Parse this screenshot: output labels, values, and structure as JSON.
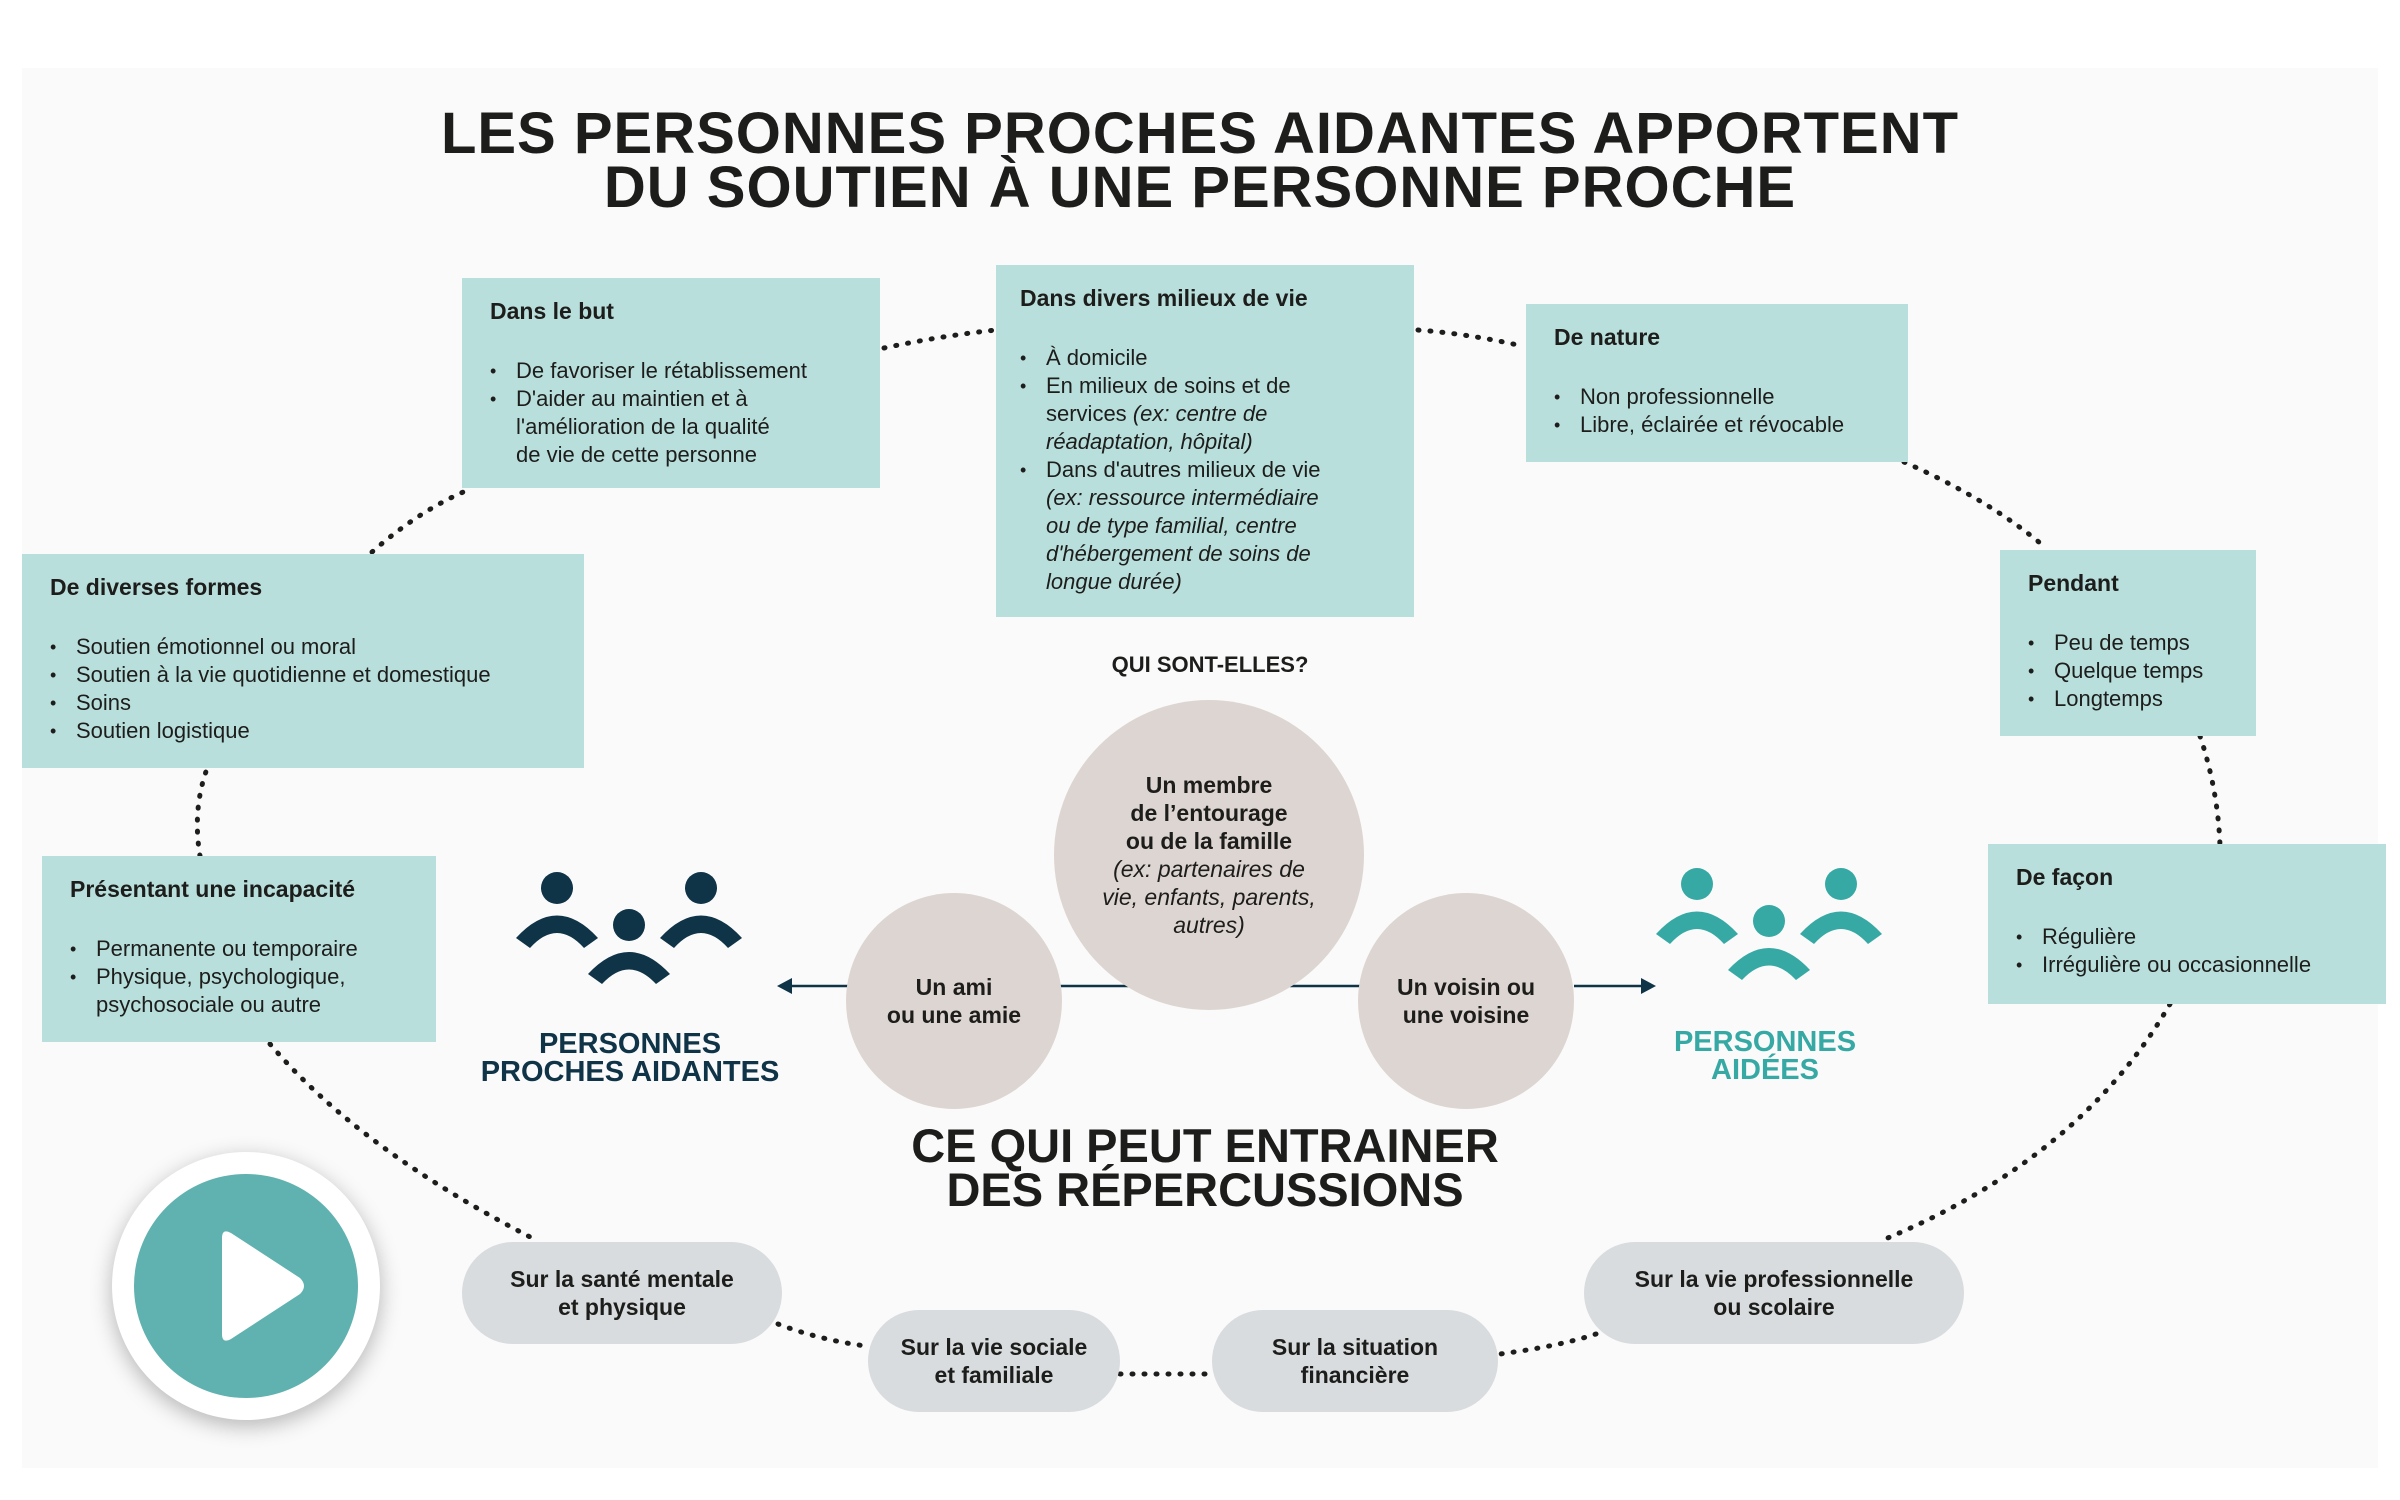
{
  "title": {
    "line1": "LES PERSONNES PROCHES AIDANTES APPORTENT",
    "line2": "DU SOUTIEN À UNE PERSONNE PROCHE"
  },
  "boxes": {
    "but": {
      "heading": "Dans le but",
      "items": [
        "De favoriser le rétablissement",
        "D'aider au maintien et à",
        "l'amélioration de la qualité",
        "de vie de cette personne"
      ]
    },
    "milieux": {
      "heading": "Dans divers milieux de vie",
      "items": [
        "À domicile",
        "En milieux de soins et de",
        "services",
        "(ex: centre de",
        "réadaptation, hôpital)",
        "Dans d'autres milieux de vie",
        "(ex: ressource intermédiaire",
        "ou de type familial, centre",
        "d'hébergement de soins de",
        "longue durée)"
      ]
    },
    "nature": {
      "heading": "De nature",
      "items": [
        "Non professionnelle",
        "Libre, éclairée et révocable"
      ]
    },
    "formes": {
      "heading": "De diverses formes",
      "items": [
        "Soutien émotionnel ou moral",
        "Soutien à la vie quotidienne  et domestique",
        "Soins",
        "Soutien logistique"
      ]
    },
    "pendant": {
      "heading": "Pendant",
      "items": [
        "Peu de temps",
        "Quelque temps",
        "Longtemps"
      ]
    },
    "incapacite": {
      "heading": "Présentant une incapacité",
      "items": [
        "Permanente ou temporaire",
        "Physique, psychologique,",
        "psychosociale ou autre"
      ]
    },
    "facon": {
      "heading": "De façon",
      "items": [
        "Régulière",
        "Irrégulière ou occasionnelle"
      ]
    }
  },
  "center": {
    "question": "QUI SONT-ELLES?",
    "membre": {
      "l1": "Un membre",
      "l2": "de l’entourage",
      "l3": "ou de la famille",
      "ex1": "(ex: partenaires de",
      "ex2": "vie, enfants, parents,",
      "ex3": "autres)"
    },
    "ami": {
      "l1": "Un ami",
      "l2": "ou une amie"
    },
    "voisin": {
      "l1": "Un voisin ou",
      "l2": "une voisine"
    }
  },
  "groups": {
    "aidantes": {
      "l1": "PERSONNES",
      "l2": "PROCHES AIDANTES",
      "color": "#0f3347"
    },
    "aidees": {
      "l1": "PERSONNES",
      "l2": "AIDÉES",
      "color": "#36a9a4"
    }
  },
  "repercussions": {
    "title_l1": "CE QUI PEUT ENTRAINER",
    "title_l2": "DES RÉPERCUSSIONS",
    "sante": {
      "l1": "Sur la santé mentale",
      "l2": "et physique"
    },
    "sociale": {
      "l1": "Sur la vie sociale",
      "l2": "et familiale"
    },
    "financiere": {
      "l1": "Sur la situation",
      "l2": "financière"
    },
    "professionnelle": {
      "l1": "Sur la vie professionnelle",
      "l2": "ou scolaire"
    }
  },
  "play_button": {
    "icon": "play-icon",
    "color": "#5fb2af"
  },
  "colors": {
    "box": "#b8dfdc",
    "circle": "#ddd5d1",
    "pill": "#d8dcde",
    "dark": "#0f3347",
    "teal": "#36a9a4"
  }
}
